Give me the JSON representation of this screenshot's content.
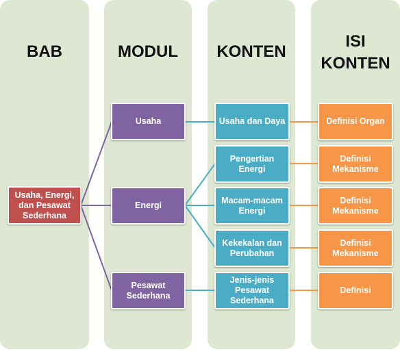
{
  "columns": {
    "bab": "BAB",
    "modul": "MODUL",
    "konten": "KONTEN",
    "isi_line1": "ISI",
    "isi_line2": "KONTEN"
  },
  "bab": {
    "label": "Usaha, Energi, dan Pesawat Sederhana"
  },
  "modul": [
    {
      "label": "Usaha"
    },
    {
      "label": "Energi"
    },
    {
      "label": "Pesawat Sederhana"
    }
  ],
  "konten": [
    {
      "label": "Usaha dan Daya"
    },
    {
      "label": "Pengertian Energi"
    },
    {
      "label": "Macam-macam Energi"
    },
    {
      "label": "Kekekalan dan Perubahan"
    },
    {
      "label": "Jenis-jenis Pesawat Sederhana"
    }
  ],
  "isi": [
    {
      "label": "Definisi Organ"
    },
    {
      "label": "Definisi Mekanisme"
    },
    {
      "label": "Definisi Mekanisme"
    },
    {
      "label": "Definisi Mekanisme"
    },
    {
      "label": "Definisi"
    }
  ],
  "colors": {
    "column_bg": "#dde7d2",
    "bab": "#c0504d",
    "modul": "#8064a2",
    "konten": "#4bacc6",
    "isi": "#f79646"
  }
}
